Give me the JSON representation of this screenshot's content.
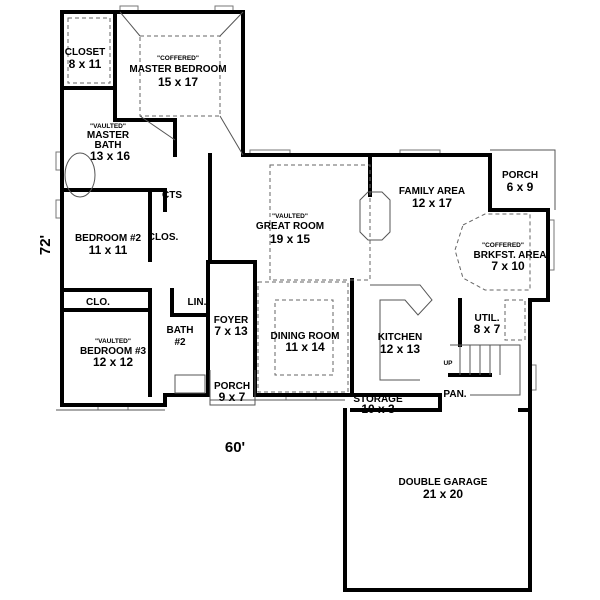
{
  "plan": {
    "dimensions": {
      "width": "60'",
      "depth": "72'"
    },
    "rooms": {
      "closet": {
        "name": "CLOSET",
        "size": "8 x 11"
      },
      "master_bedroom": {
        "note": "\"COFFERED\"",
        "name": "MASTER BEDROOM",
        "size": "15 x 17"
      },
      "master_bath": {
        "note": "\"VAULTED\"",
        "name1": "MASTER",
        "name2": "BATH",
        "size": "13 x 16"
      },
      "cts": {
        "name": "CTS"
      },
      "bedroom2": {
        "name": "BEDROOM #2",
        "size": "11 x 11"
      },
      "clos": {
        "name": "CLOS."
      },
      "great_room": {
        "note": "\"VAULTED\"",
        "name": "GREAT ROOM",
        "size": "19 x 15"
      },
      "family_area": {
        "name": "FAMILY AREA",
        "size": "12 x 17"
      },
      "porch_rear": {
        "name": "PORCH",
        "size": "6 x 9"
      },
      "breakfast": {
        "note": "\"COFFERED\"",
        "name": "BRKFST. AREA",
        "size": "7 x 10"
      },
      "utility": {
        "name": "UTIL.",
        "size": "8 x 7"
      },
      "kitchen": {
        "name": "KITCHEN",
        "size": "12 x 13"
      },
      "stairs": {
        "name": "UP"
      },
      "pantry": {
        "name": "PAN."
      },
      "storage": {
        "name": "STORAGE",
        "size": "10 x 3"
      },
      "dining_room": {
        "name": "DINING ROOM",
        "size": "11 x 14"
      },
      "foyer": {
        "name": "FOYER",
        "size": "7 x 13"
      },
      "linen": {
        "name": "LIN."
      },
      "clo": {
        "name": "CLO."
      },
      "bedroom3": {
        "note": "\"VAULTED\"",
        "name": "BEDROOM #3",
        "size": "12 x 12"
      },
      "bath2": {
        "name1": "BATH",
        "name2": "#2"
      },
      "porch_front": {
        "name": "PORCH",
        "size": "9 x 7"
      },
      "garage": {
        "name": "DOUBLE GARAGE",
        "size": "21 x 20"
      }
    }
  }
}
